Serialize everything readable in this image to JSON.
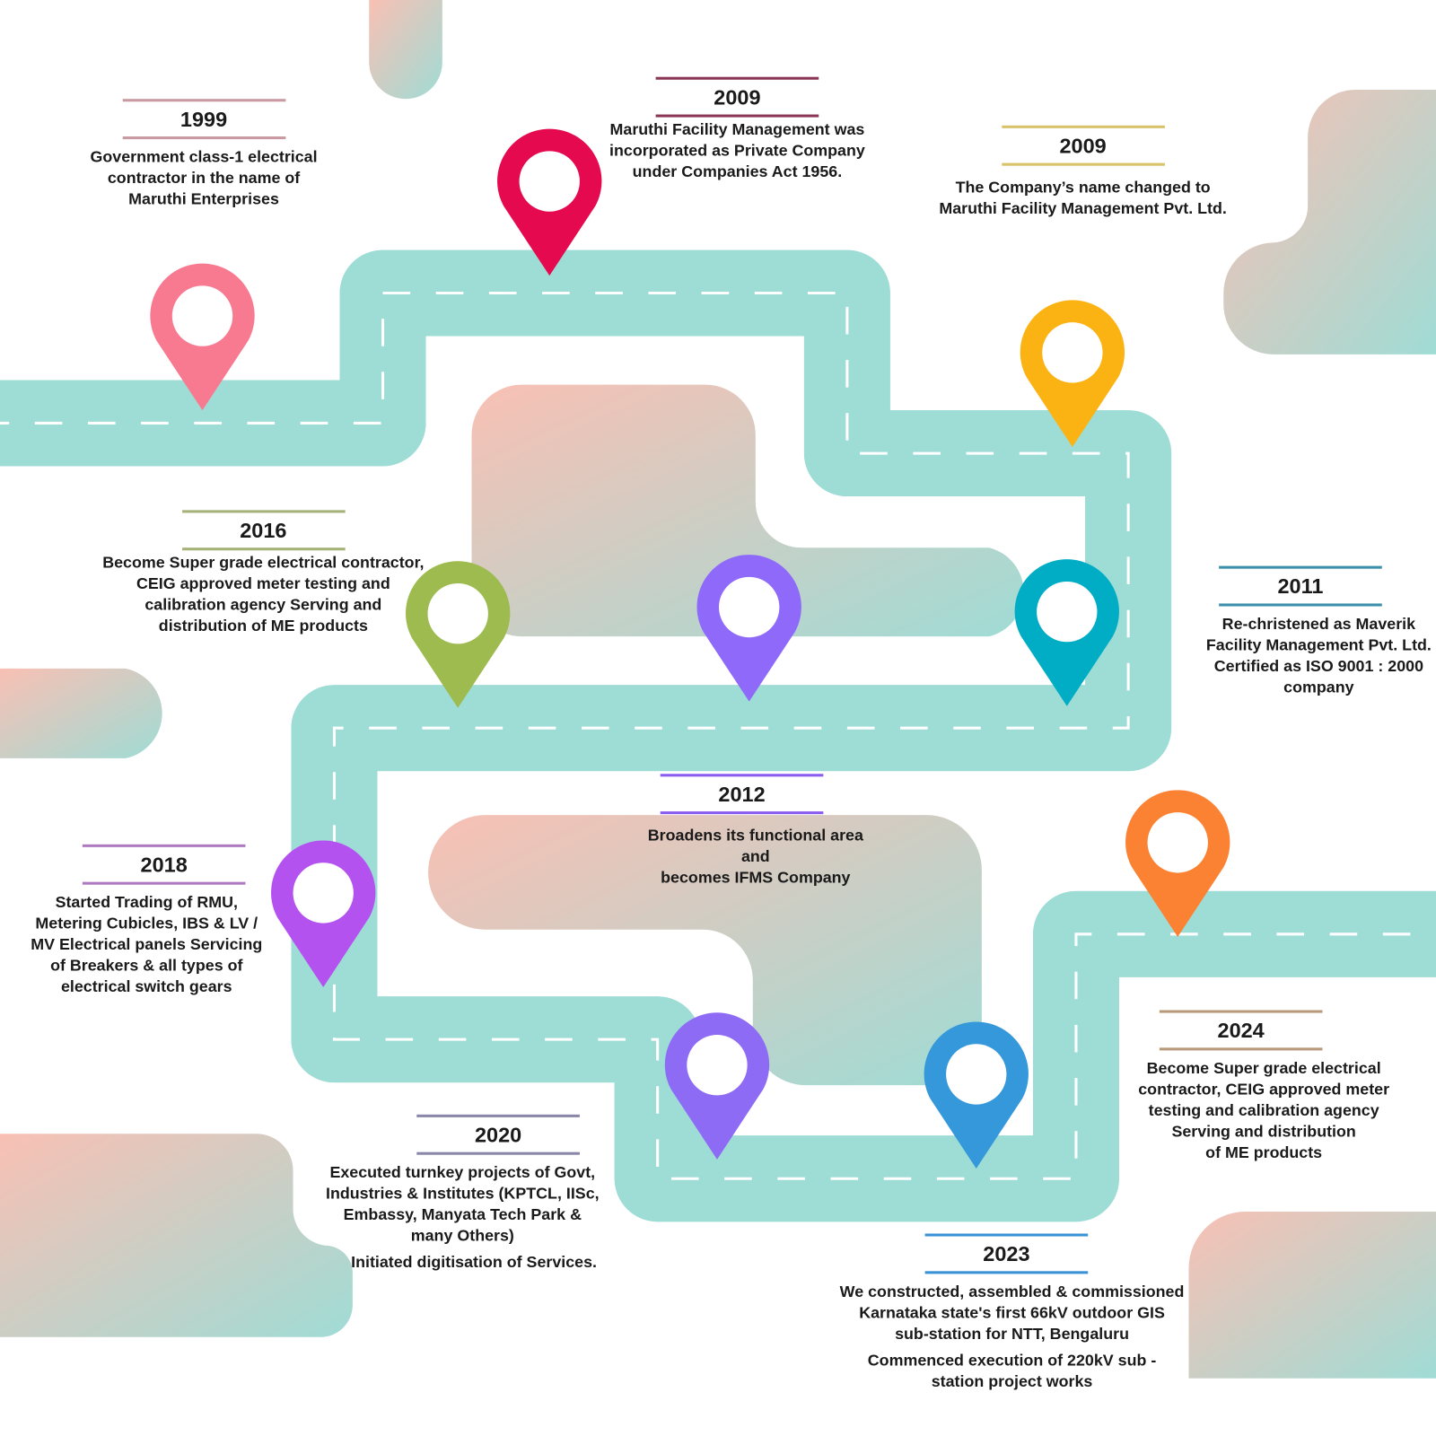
{
  "milestones": [
    {
      "year": "1999",
      "text": "Government class-1 electrical\ncontractor in the name of\nMaruthi Enterprises",
      "color": "#c99aa2",
      "pin": "#f87a91"
    },
    {
      "year": "2009",
      "text": "Maruthi Facility Management was\nincorporated as Private Company\nunder Companies Act 1956.",
      "color": "#8a3556",
      "pin": "#e5094f"
    },
    {
      "year": "2009",
      "text": "The Company’s name changed to\nMaruthi Facility Management Pvt. Ltd.",
      "color": "#d8c26a",
      "pin": "#fbb314"
    },
    {
      "year": "2016",
      "text": "Become Super grade electrical contractor,\nCEIG approved meter testing and\ncalibration agency Serving and\ndistribution of ME products",
      "color": "#a4b277",
      "pin": "#9dbb4e"
    },
    {
      "year": "2011",
      "text": "Re-christened as Maverik\nFacility  Management Pvt. Ltd.\nCertified as ISO 9001 : 2000\ncompany",
      "color": "#3c8fa8",
      "pin": "#00adc4"
    },
    {
      "year": "2012",
      "text": "Broadens its functional area and\nbecomes IFMS Company",
      "color": "#8a5cf0",
      "pin": "#8f69fa"
    },
    {
      "year": "2018",
      "text": "Started Trading of RMU,\nMetering Cubicles, IBS & LV /\nMV Electrical panels Servicing\nof Breakers & all types of\nelectrical switch gears",
      "color": "#b07ac0",
      "pin": "#b452ef"
    },
    {
      "year": "2020",
      "text": "Executed turnkey projects of Govt,\nIndustries & Institutes  (KPTCL, IISc,\nEmbassy, Manyata Tech Park &\nmany Others)",
      "text2": "Initiated digitisation of Services.",
      "color": "#8a86a8",
      "pin": "#8e6bf5"
    },
    {
      "year": "2024",
      "text": "Become Super grade electrical\ncontractor, CEIG approved meter\ntesting and calibration agency\nServing and distribution\nof ME products",
      "color": "#b89a7a",
      "pin": "#fb8233"
    },
    {
      "year": "2023",
      "text": "We constructed, assembled & commissioned\nKarnataka state's first 66kV outdoor GIS\nsub-station for NTT, Bengaluru",
      "text2": "Commenced execution of 220kV sub -\nstation project works",
      "color": "#3b93d6",
      "pin": "#3498db"
    }
  ],
  "colors": {
    "road": "#262626",
    "road_border": "#9edcd6",
    "blob_start": "#f9c0b4",
    "blob_end": "#9fdcd5"
  }
}
